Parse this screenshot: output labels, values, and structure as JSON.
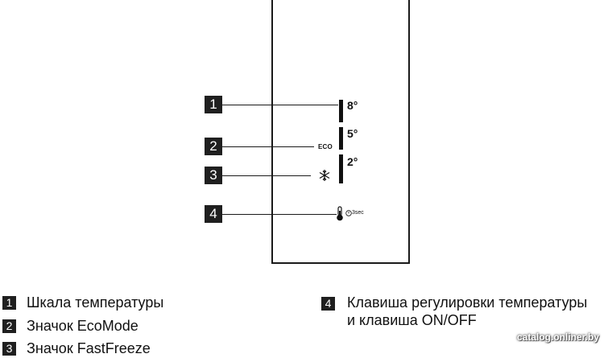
{
  "scale": {
    "labels": [
      "8°",
      "5°",
      "2°"
    ]
  },
  "eco_label": "ECO",
  "timer_label": "3sec",
  "callouts": [
    "1",
    "2",
    "3",
    "4"
  ],
  "legend": [
    {
      "num": "1",
      "text": "Шкала температуры"
    },
    {
      "num": "2",
      "text": "Значок EcoMode"
    },
    {
      "num": "3",
      "text": "Значок FastFreeze"
    },
    {
      "num": "4",
      "text": "Клавиша регулировки температуры",
      "text2": "и клавиша ON/OFF"
    }
  ],
  "watermark": "catalog.onliner.by",
  "icons": [
    "snowflake-icon",
    "thermometer-icon",
    "power-timer-icon"
  ]
}
